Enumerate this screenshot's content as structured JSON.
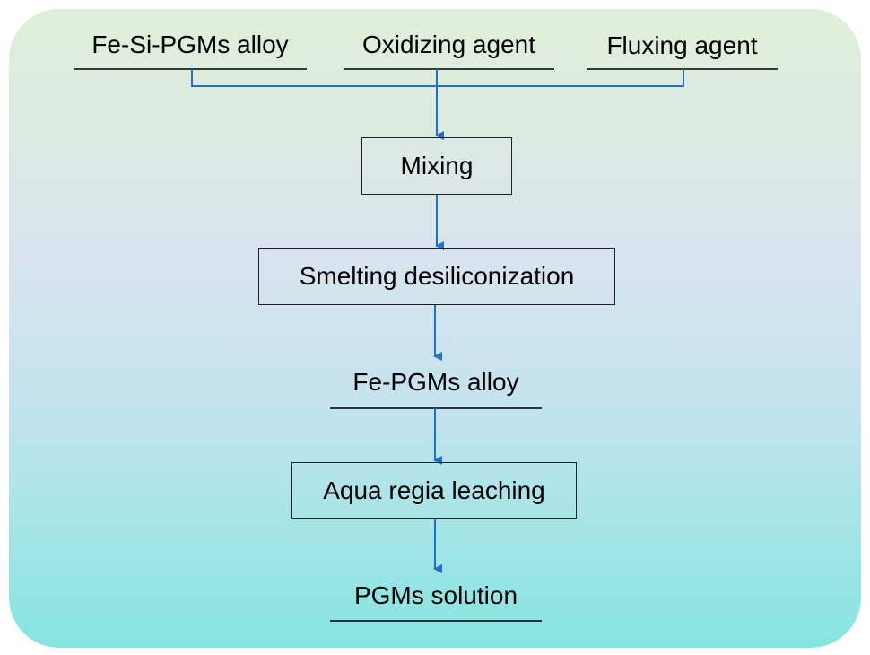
{
  "inputs": {
    "alloy": "Fe-Si-PGMs alloy",
    "oxidizer": "Oxidizing agent",
    "flux": "Fluxing agent"
  },
  "steps": {
    "mixing": "Mixing",
    "smelting": "Smelting desiliconization",
    "intermediate": "Fe-PGMs alloy",
    "leaching": "Aqua regia leaching",
    "product": "PGMs solution"
  },
  "colors": {
    "arrow": "#1e73c8",
    "box_border": "#222222",
    "panel_top": "#dff0d8",
    "panel_bottom": "#86e5e0"
  }
}
